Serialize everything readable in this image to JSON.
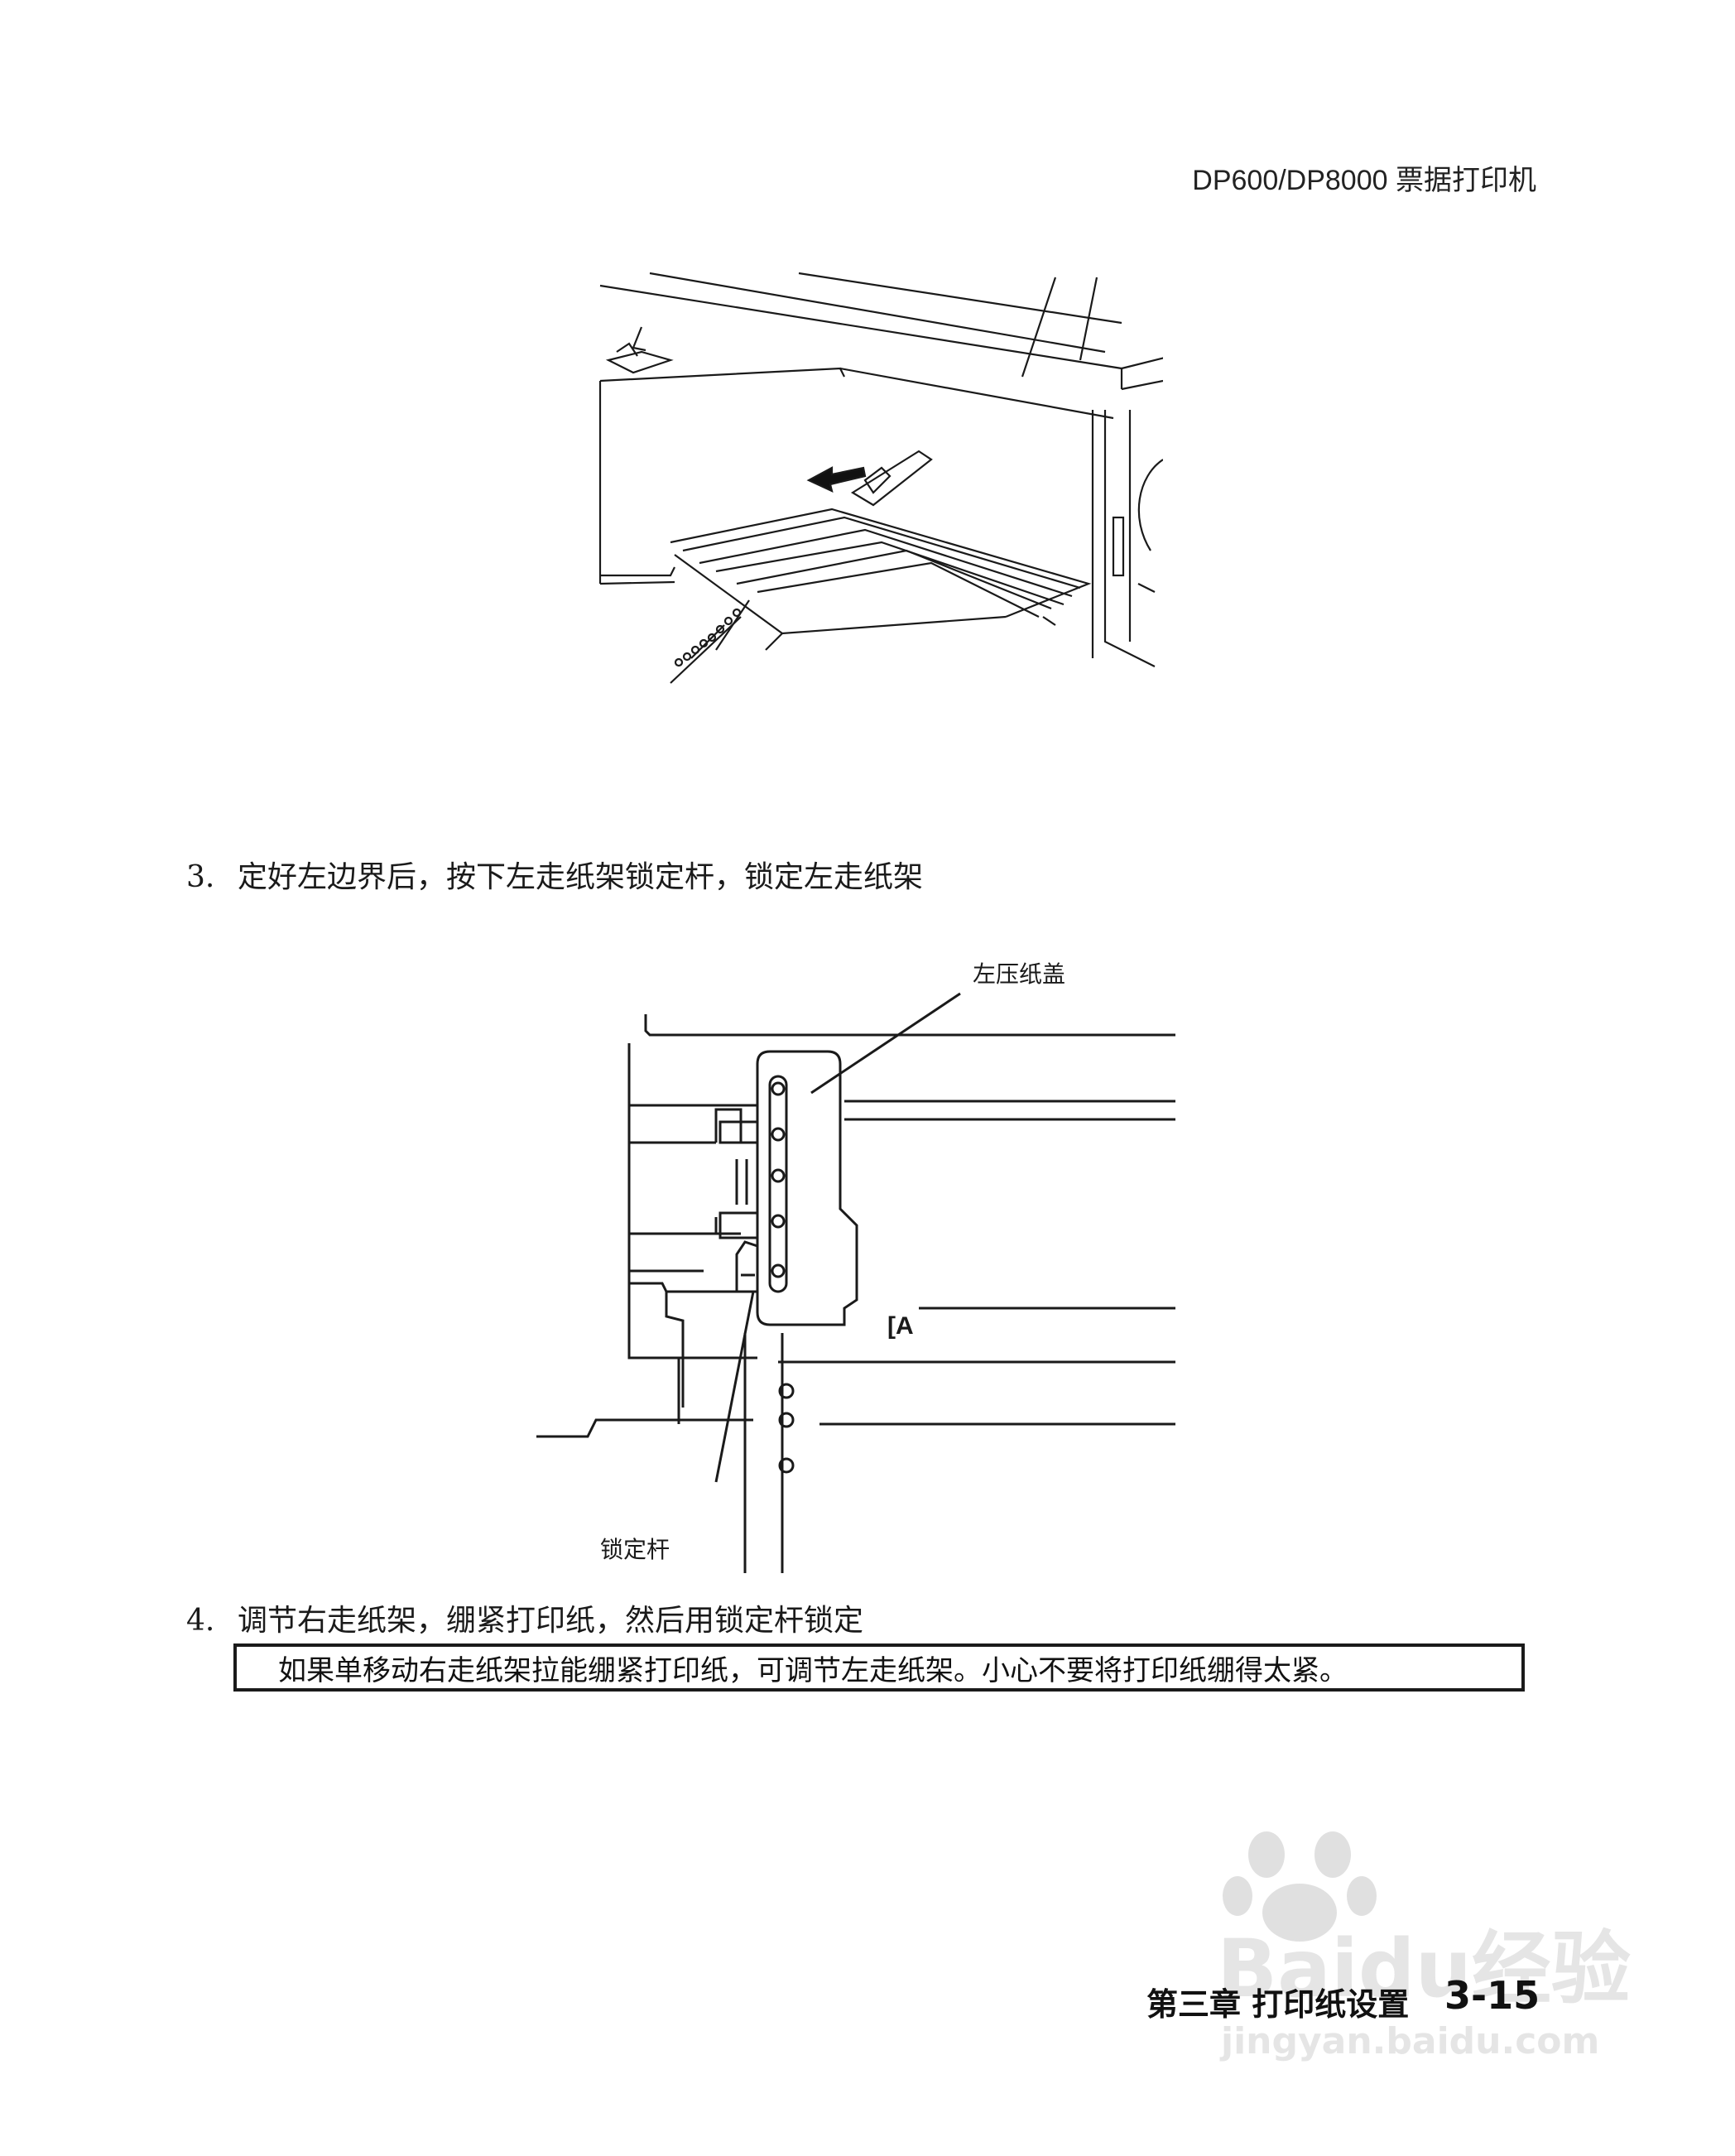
{
  "header": {
    "title": "DP600/DP8000 票据打印机"
  },
  "steps": [
    {
      "number": "3.",
      "text": "定好左边界后，按下左走纸架锁定杆，锁定左走纸架"
    },
    {
      "number": "4.",
      "text": "调节右走纸架，绷紧打印纸，然后用锁定杆锁定"
    }
  ],
  "figure2": {
    "callout_cover": "左压纸盖",
    "callout_lever": "锁定杆",
    "marker": "[A"
  },
  "note": {
    "text": "如果单移动右走纸架拉能绷紧打印纸，可调节左走纸架。小心不要将打印纸绷得太紧。"
  },
  "footer": {
    "chapter": "第三章 打印纸设置",
    "page": "3-15"
  },
  "watermark": {
    "brand": "Bai",
    "brand2": "du",
    "label": "经验",
    "url": "jingyan.baidu.com"
  }
}
